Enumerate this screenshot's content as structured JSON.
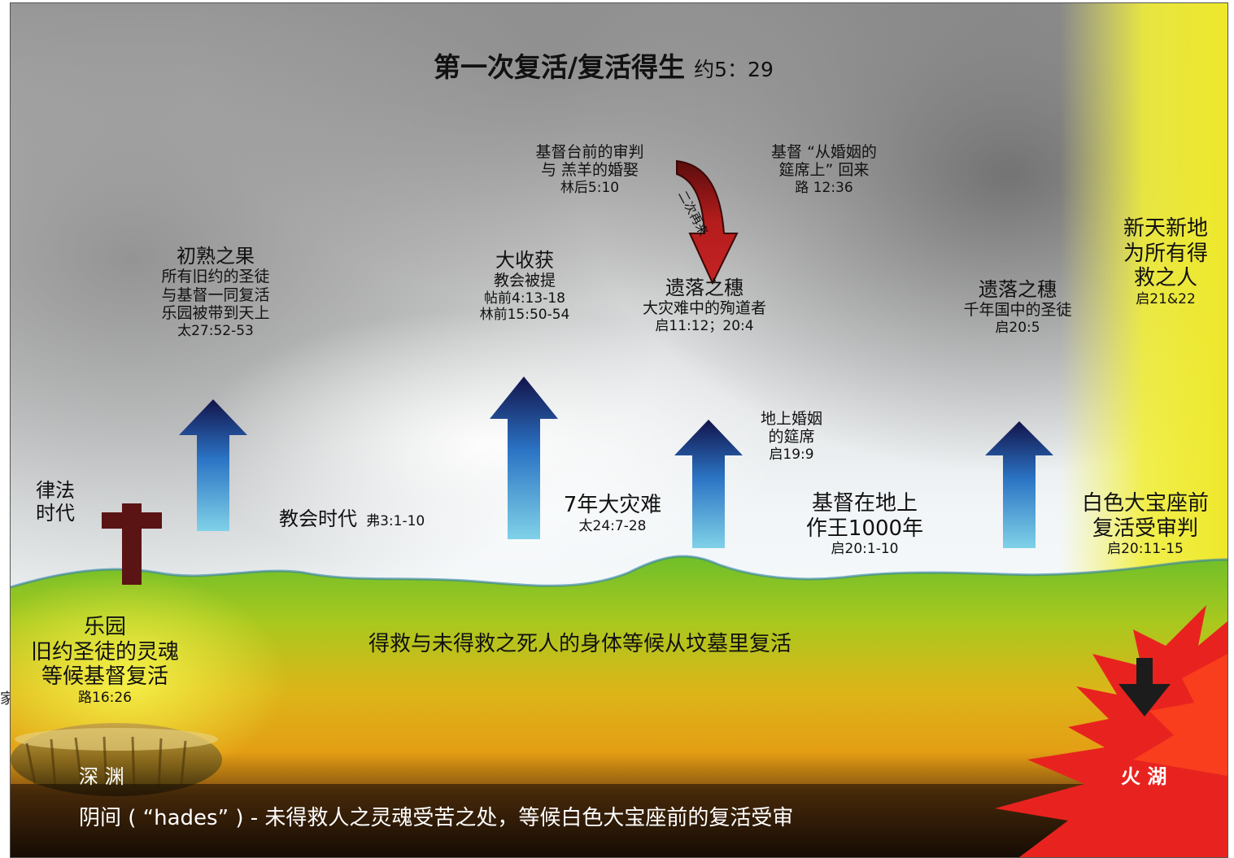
{
  "title": {
    "main": "第一次复活/复活得生",
    "ref": "约5：29"
  },
  "groups": {
    "firstfruits": {
      "head": "初熟之果",
      "l1": "所有旧约的圣徒",
      "l2": "与基督一同复活",
      "l3": "乐园被带到天上",
      "ref": "太27:52-53"
    },
    "harvest": {
      "head": "大收获",
      "l1": "教会被提",
      "ref1": "帖前4:13-18",
      "ref2": "林前15:50-54"
    },
    "bema": {
      "l1": "基督台前的审判",
      "l2": "与 羔羊的婚娶",
      "ref": "林后5:10"
    },
    "second_coming": {
      "label": "二次再来"
    },
    "return": {
      "l1": "基督 “从婚姻的",
      "l2": "筵席上” 回来",
      "ref": "路 12:36"
    },
    "gleanings1": {
      "head": "遗落之穗",
      "l1": "大灾难中的殉道者",
      "ref": "启11:12；20:4"
    },
    "gleanings2": {
      "head": "遗落之穗",
      "l1": "千年国中的圣徒",
      "ref": "启20:5"
    },
    "newearth": {
      "l1": "新天新地",
      "l2": "为所有得",
      "l3": "救之人",
      "ref": "启21&22"
    },
    "law": {
      "l1": "律法",
      "l2": "时代"
    },
    "church": {
      "text": "教会时代",
      "ref": "弗3:1-10"
    },
    "tribulation": {
      "text": "7年大灾难",
      "ref": "太24:7-28"
    },
    "wedding": {
      "l1": "地上婚姻",
      "l2": "的筵席",
      "ref": "启19:9"
    },
    "millennium": {
      "l1": "基督在地上",
      "l2": "作王1000年",
      "ref": "启20:1-10"
    },
    "white_throne": {
      "l1": "白色大宝座前",
      "l2": "复活受审判",
      "ref": "启20:11-15"
    },
    "paradise": {
      "l1": "乐园",
      "l2": "旧约圣徒的灵魂",
      "l3": "等候基督复活",
      "ref": "路16:26"
    },
    "ground": {
      "text": "得救与未得救之死人的身体等候从坟墓里复活"
    },
    "abyss": {
      "text": "深 渊"
    },
    "lake": {
      "text": "火 湖"
    },
    "hades": {
      "text": "阴间 ( “hades” ) - 未得救人之灵魂受苦之处，等候白色大宝座前的复活受审"
    },
    "edge_glyph": "家"
  },
  "colors": {
    "arrow_top": "#12134a",
    "arrow_mid": "#2b73c4",
    "arrow_bottom": "#7fd2e8",
    "red_arrow": "#b51c1c",
    "cross": "#5a1414",
    "grass": "#6cbf2a",
    "fire": "#e8231f"
  }
}
